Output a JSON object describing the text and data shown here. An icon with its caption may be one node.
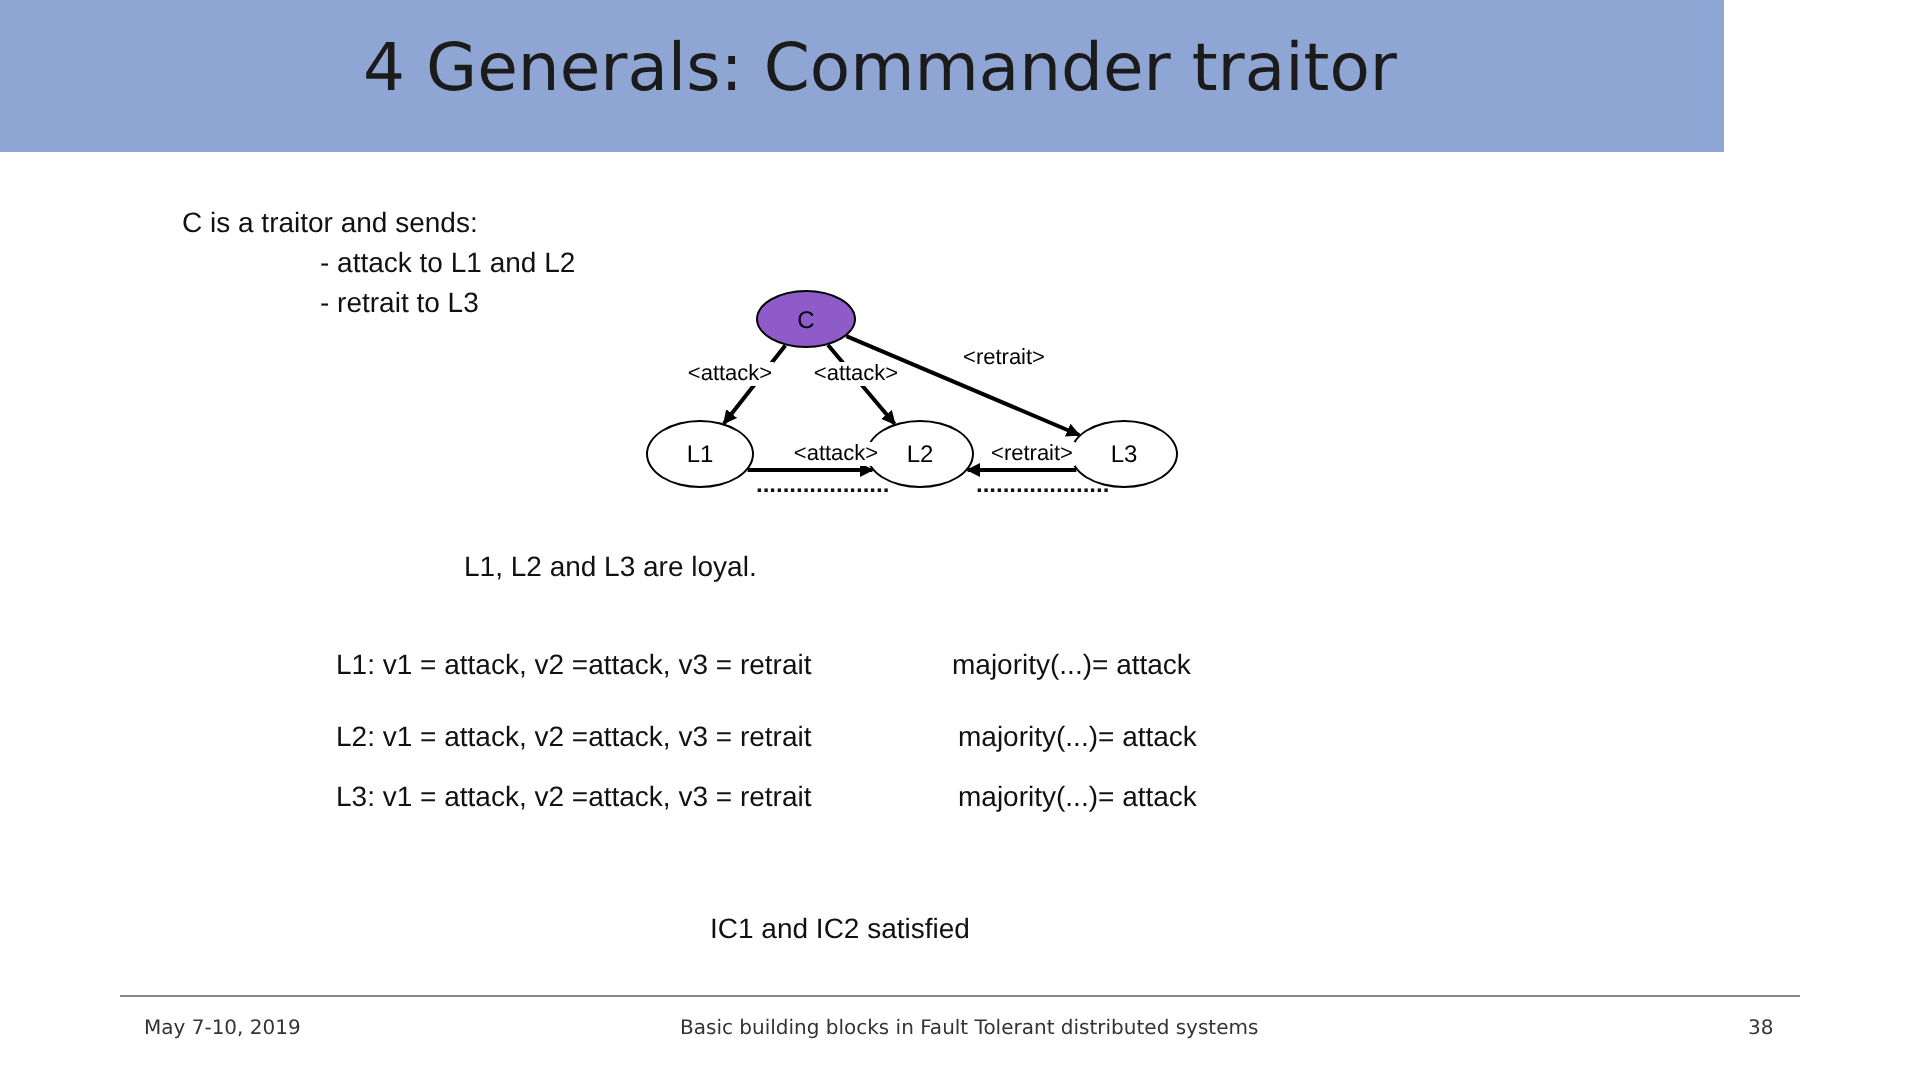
{
  "diagram": {
    "title": "4 Generals: Commander traitor",
    "nodes": [
      {
        "text": [
          "C"
        ]
      },
      {
        "text": [
          "L1"
        ]
      },
      {
        "text": [
          "L2"
        ]
      },
      {
        "text": [
          "L3"
        ]
      }
    ],
    "edges": [
      {
        "from": 0,
        "to": 1,
        "arrow": "to",
        "label": "<attack>"
      },
      {
        "from": 0,
        "to": 2,
        "arrow": "to",
        "label": "<attack>"
      },
      {
        "from": 0,
        "to": 3,
        "arrow": "to",
        "label": "<retrait>"
      },
      {
        "from": 1,
        "to": 2,
        "arrow": "to",
        "label": "<attack>"
      },
      {
        "from": 3,
        "to": 2,
        "arrow": "to",
        "label": "<retrait>"
      }
    ],
    "labels": [
      "C is a traitor and sends:",
      "- attack to L1 and L2",
      "- retrait to L3",
      "....................",
      "....................",
      "L1, L2 and L3 are loyal.",
      "L1: v1 = attack,  v2 =attack,  v3 = retrait",
      "majority(...)= attack",
      "L2: v1 = attack,  v2 =attack,  v3 = retrait",
      "majority(...)= attack",
      "L3: v1 = attack,  v2 =attack,  v3 = retrait",
      "majority(...)= attack",
      "IC1 and IC2 satisfied",
      "May 7-10, 2019",
      "Basic building blocks in Fault Tolerant distributed systems",
      "38"
    ]
  }
}
